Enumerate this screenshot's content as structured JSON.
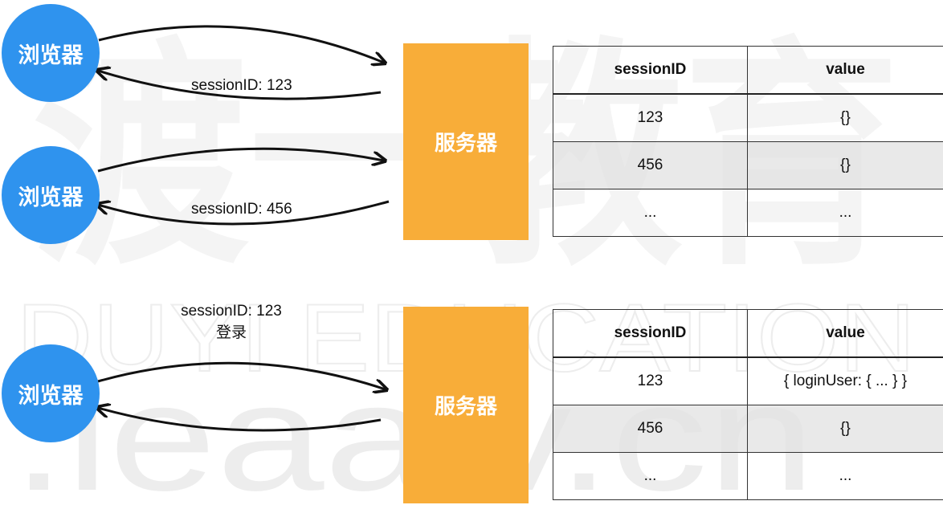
{
  "watermark": {
    "brand_cn": "渡一教育",
    "brand_en": "DUYI EDUCATION",
    "domain": ".leaaiv.cn"
  },
  "top_section": {
    "browser_1": {
      "label": "浏览器",
      "arrow_label": "sessionID: 123"
    },
    "browser_2": {
      "label": "浏览器",
      "arrow_label": "sessionID: 456"
    },
    "server": {
      "label": "服务器"
    },
    "table": {
      "headers": [
        "sessionID",
        "value"
      ],
      "rows": [
        [
          "123",
          "{}"
        ],
        [
          "456",
          "{}"
        ],
        [
          "...",
          "..."
        ]
      ]
    }
  },
  "bottom_section": {
    "browser": {
      "label": "浏览器",
      "arrow_label_line1": "sessionID: 123",
      "arrow_label_line2": "登录"
    },
    "server": {
      "label": "服务器"
    },
    "table": {
      "headers": [
        "sessionID",
        "value"
      ],
      "rows": [
        [
          "123",
          "{ loginUser: { ... } }"
        ],
        [
          "456",
          "{}"
        ],
        [
          "...",
          "..."
        ]
      ]
    }
  },
  "colors": {
    "browser": "#2f93ee",
    "server": "#f8ad39",
    "row_shade": "#e1e1e1"
  }
}
